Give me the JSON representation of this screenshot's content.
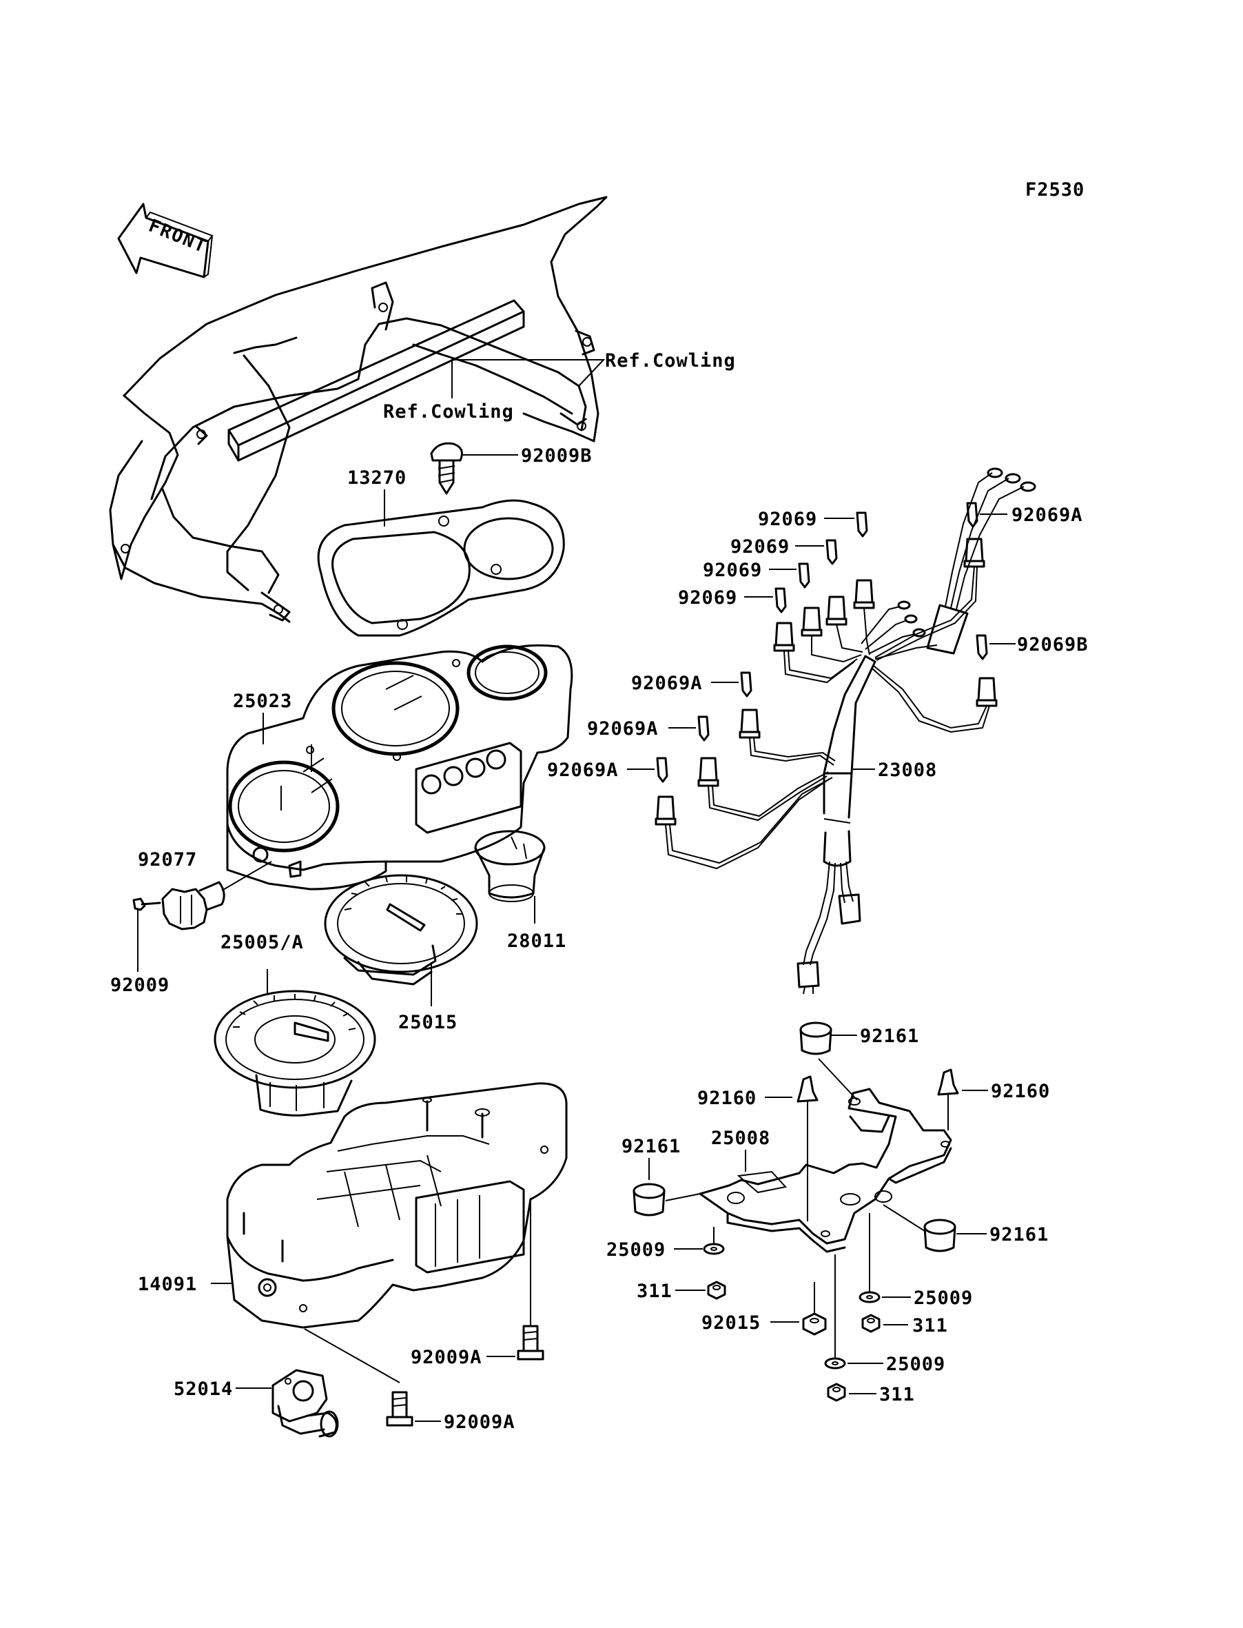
{
  "figure_code": "F2530",
  "front_label": "FRONT",
  "labels": {
    "ref_cowling_upper": "Ref.Cowling",
    "ref_cowling_lower": "Ref.Cowling",
    "p92009B": "92009B",
    "p13270": "13270",
    "p25023": "25023",
    "p92077": "92077",
    "p92009": "92009",
    "p25005A": "25005/A",
    "p25015": "25015",
    "p28011": "28011",
    "p14091": "14091",
    "p92009A_1": "92009A",
    "p52014": "52014",
    "p92009A_2": "92009A",
    "p92069_1": "92069",
    "p92069_2": "92069",
    "p92069_3": "92069",
    "p92069_4": "92069",
    "p92069A_1": "92069A",
    "p92069B": "92069B",
    "p92069A_2": "92069A",
    "p92069A_3": "92069A",
    "p92069A_4": "92069A",
    "p23008": "23008",
    "p92161_1": "92161",
    "p92160_1": "92160",
    "p92160_2": "92160",
    "p92161_2": "92161",
    "p25008": "25008",
    "p92161_3": "92161",
    "p25009_1": "25009",
    "p311_1": "311",
    "p25009_2": "25009",
    "p92015": "92015",
    "p311_2": "311",
    "p25009_3": "25009",
    "p311_3": "311"
  }
}
